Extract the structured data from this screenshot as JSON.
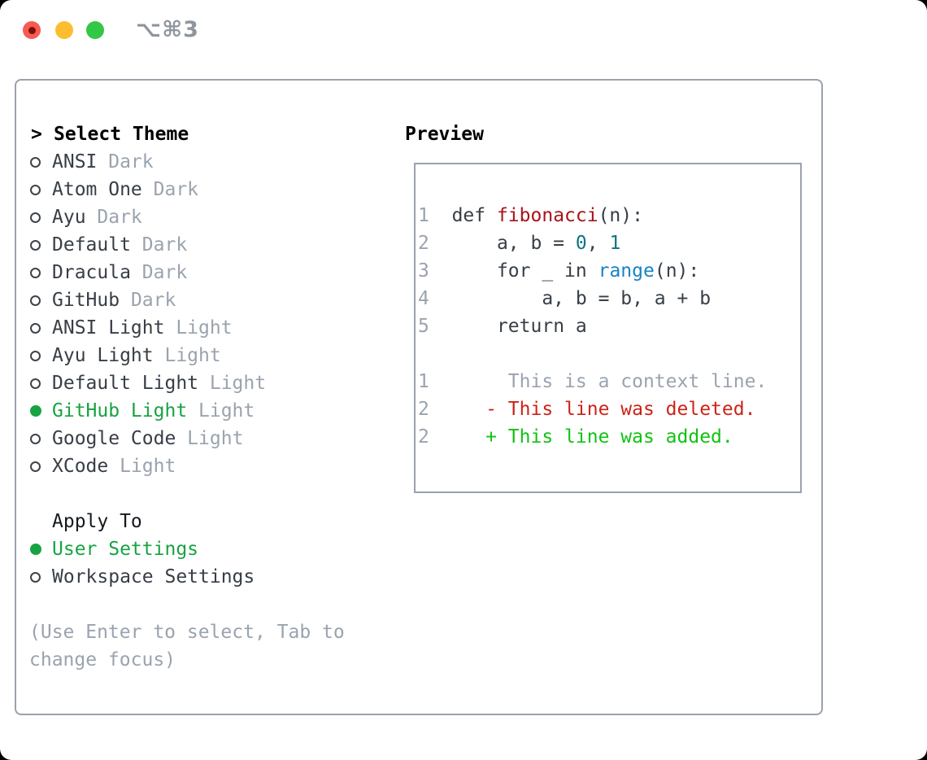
{
  "window": {
    "title": "⌥⌘3"
  },
  "colors": {
    "accent_green": "#17a342",
    "added_green": "#12c212",
    "deleted_red": "#cc2418",
    "function_red": "#a8131a",
    "number_teal": "#0b7680",
    "builtin_blue": "#1883c4",
    "muted_gray": "#9aa3ae",
    "text_dark": "#373e46",
    "header_black": "#000000",
    "panel_border": "#9aa2ad",
    "title_gray": "#8e959d",
    "traffic_red": "#f65b51",
    "traffic_yellow": "#fcbe30",
    "traffic_green": "#33c748"
  },
  "theme_panel": {
    "header_marker": ">",
    "header": "Select Theme",
    "themes": [
      {
        "name": "ANSI",
        "variant": "Dark",
        "selected": false
      },
      {
        "name": "Atom One",
        "variant": "Dark",
        "selected": false
      },
      {
        "name": "Ayu",
        "variant": "Dark",
        "selected": false
      },
      {
        "name": "Default",
        "variant": "Dark",
        "selected": false
      },
      {
        "name": "Dracula",
        "variant": "Dark",
        "selected": false
      },
      {
        "name": "GitHub",
        "variant": "Dark",
        "selected": false
      },
      {
        "name": "ANSI Light",
        "variant": "Light",
        "selected": false
      },
      {
        "name": "Ayu Light",
        "variant": "Light",
        "selected": false
      },
      {
        "name": "Default Light",
        "variant": "Light",
        "selected": false
      },
      {
        "name": "GitHub Light",
        "variant": "Light",
        "selected": true
      },
      {
        "name": "Google Code",
        "variant": "Light",
        "selected": false
      },
      {
        "name": "XCode",
        "variant": "Light",
        "selected": false
      }
    ],
    "apply_to": {
      "header": "Apply To",
      "options": [
        {
          "label": "User Settings",
          "selected": true
        },
        {
          "label": "Workspace Settings",
          "selected": false
        }
      ]
    },
    "hint": "(Use Enter to select, Tab to\nchange focus)"
  },
  "preview": {
    "header": "Preview",
    "lines": [
      {
        "segments": [
          {
            "t": "1",
            "c": "ln"
          },
          {
            "t": "  ",
            "c": "pl"
          },
          {
            "t": "def ",
            "c": "kw"
          },
          {
            "t": "fibonacci",
            "c": "fn"
          },
          {
            "t": "(n):",
            "c": "pl"
          }
        ]
      },
      {
        "segments": [
          {
            "t": "2",
            "c": "ln"
          },
          {
            "t": "      a, b = ",
            "c": "pl"
          },
          {
            "t": "0",
            "c": "num"
          },
          {
            "t": ", ",
            "c": "pl"
          },
          {
            "t": "1",
            "c": "num"
          }
        ]
      },
      {
        "segments": [
          {
            "t": "3",
            "c": "ln"
          },
          {
            "t": "      ",
            "c": "pl"
          },
          {
            "t": "for",
            "c": "kw"
          },
          {
            "t": " _ ",
            "c": "pl"
          },
          {
            "t": "in",
            "c": "kw"
          },
          {
            "t": " ",
            "c": "pl"
          },
          {
            "t": "range",
            "c": "bi"
          },
          {
            "t": "(n):",
            "c": "pl"
          }
        ]
      },
      {
        "segments": [
          {
            "t": "4",
            "c": "ln"
          },
          {
            "t": "          a, b = b, a + b",
            "c": "pl"
          }
        ]
      },
      {
        "segments": [
          {
            "t": "5",
            "c": "ln"
          },
          {
            "t": "      ",
            "c": "pl"
          },
          {
            "t": "return",
            "c": "kw"
          },
          {
            "t": " a",
            "c": "pl"
          }
        ]
      },
      {
        "segments": []
      },
      {
        "segments": [
          {
            "t": "1",
            "c": "ln"
          },
          {
            "t": "       This is a context line.",
            "c": "ctx"
          }
        ]
      },
      {
        "segments": [
          {
            "t": "2",
            "c": "ln"
          },
          {
            "t": "     ",
            "c": "pl"
          },
          {
            "t": "- This line was deleted.",
            "c": "del"
          }
        ]
      },
      {
        "segments": [
          {
            "t": "2",
            "c": "ln"
          },
          {
            "t": "     ",
            "c": "pl"
          },
          {
            "t": "+ This line was added.",
            "c": "add"
          }
        ]
      }
    ]
  }
}
